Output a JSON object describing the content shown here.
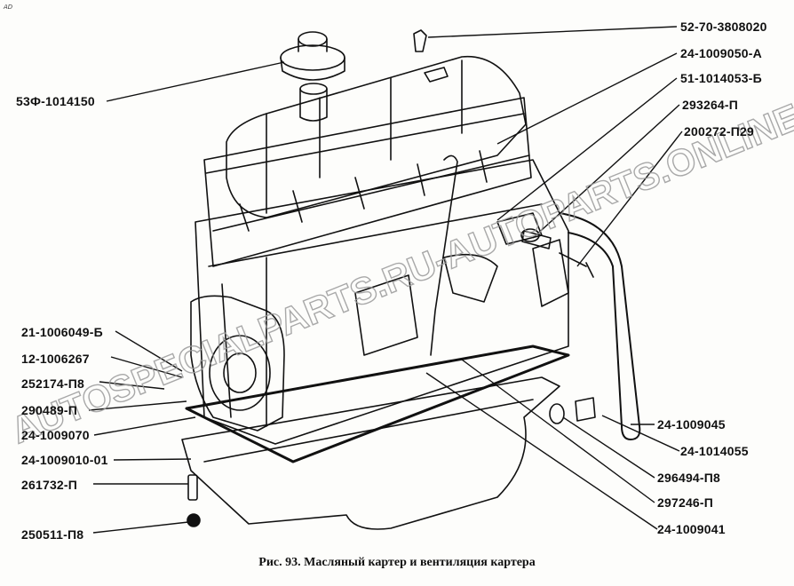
{
  "corner_mark": "AD",
  "caption": "Рис. 93. Масляный картер и вентиляция картера",
  "watermark": "AUTOSPECIALPARTS.RU-AUTOPARTS.ONLINE",
  "labels": [
    {
      "id": "l1",
      "text": "52-70-3808020"
    },
    {
      "id": "l2",
      "text": "24-1009050-А"
    },
    {
      "id": "l3",
      "text": "51-1014053-Б"
    },
    {
      "id": "l4",
      "text": "293264-П"
    },
    {
      "id": "l5",
      "text": "200272-П29"
    },
    {
      "id": "l6",
      "text": "53Ф-1014150"
    },
    {
      "id": "l7",
      "text": "21-1006049-Б"
    },
    {
      "id": "l8",
      "text": "12-1006267"
    },
    {
      "id": "l9",
      "text": "252174-П8"
    },
    {
      "id": "l10",
      "text": "290489-П"
    },
    {
      "id": "l11",
      "text": "24-1009070"
    },
    {
      "id": "l12",
      "text": "24-1009010-01"
    },
    {
      "id": "l13",
      "text": "261732-П"
    },
    {
      "id": "l14",
      "text": "250511-П8"
    },
    {
      "id": "l15",
      "text": "24-1009045"
    },
    {
      "id": "l16",
      "text": "24-1014055"
    },
    {
      "id": "l17",
      "text": "296494-П8"
    },
    {
      "id": "l18",
      "text": "297246-П"
    },
    {
      "id": "l19",
      "text": "24-1009041"
    }
  ]
}
